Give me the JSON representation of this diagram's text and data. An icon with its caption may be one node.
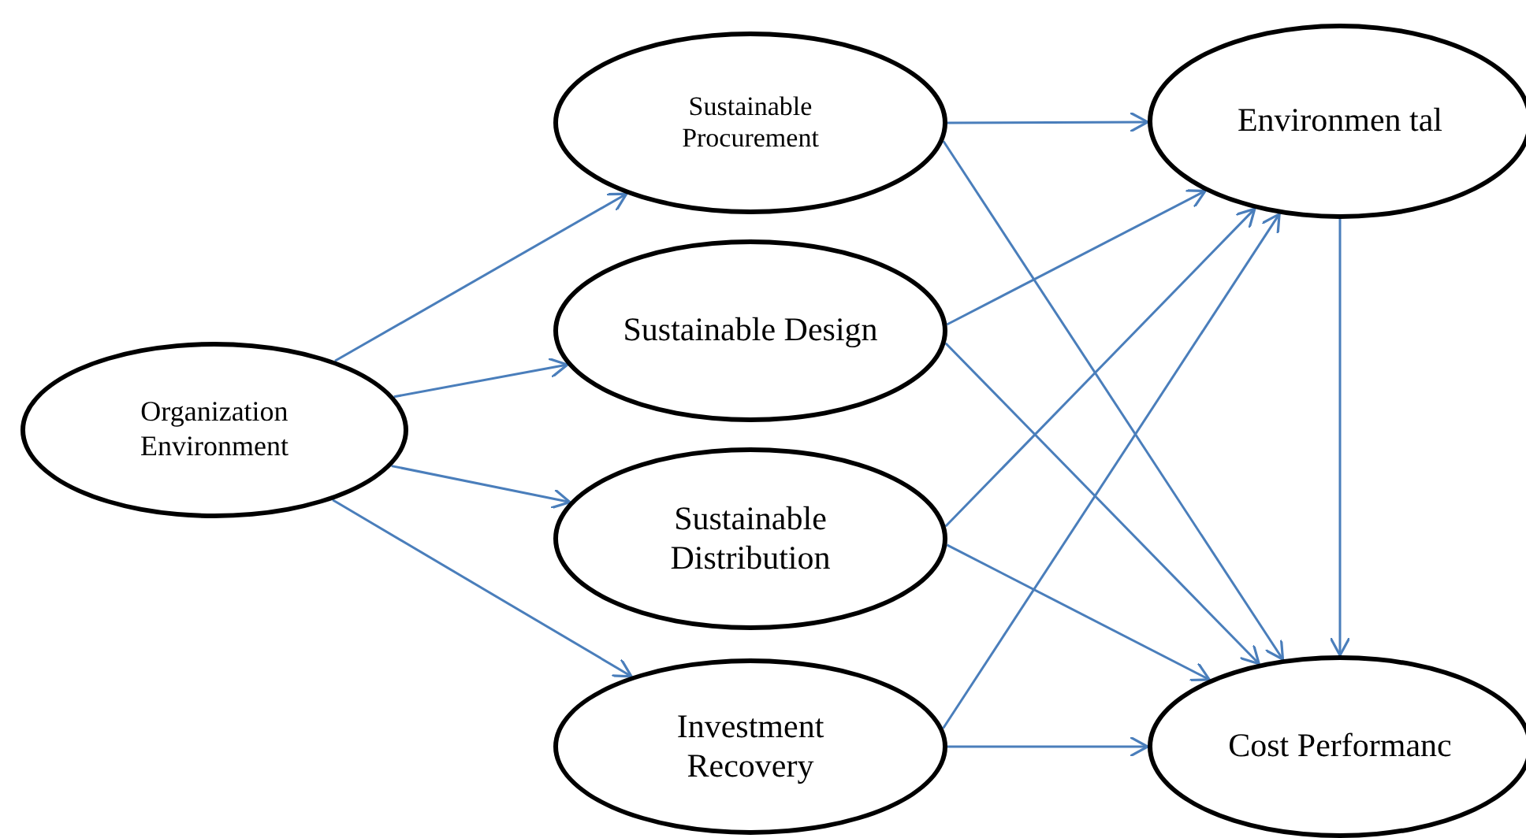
{
  "diagram": {
    "nodes": [
      {
        "text": [
          "Organization Environment"
        ]
      },
      {
        "text": [
          "Sustainable Procurement"
        ]
      },
      {
        "text": [
          "Sustainable Design"
        ]
      },
      {
        "text": [
          "Sustainable Distribution"
        ]
      },
      {
        "text": [
          "Investment Recovery"
        ]
      },
      {
        "text": [
          "Environmen tal"
        ]
      },
      {
        "text": [
          "Cost Performanc"
        ]
      }
    ],
    "edges": [
      {
        "from": 0,
        "to": 1,
        "arrow": "to"
      },
      {
        "from": 0,
        "to": 2,
        "arrow": "to"
      },
      {
        "from": 0,
        "to": 3,
        "arrow": "to"
      },
      {
        "from": 0,
        "to": 4,
        "arrow": "to"
      },
      {
        "from": 1,
        "to": 5,
        "arrow": "to"
      },
      {
        "from": 1,
        "to": 6,
        "arrow": "to"
      },
      {
        "from": 2,
        "to": 5,
        "arrow": "to"
      },
      {
        "from": 2,
        "to": 6,
        "arrow": "to"
      },
      {
        "from": 3,
        "to": 5,
        "arrow": "to"
      },
      {
        "from": 3,
        "to": 6,
        "arrow": "to"
      },
      {
        "from": 4,
        "to": 5,
        "arrow": "to"
      },
      {
        "from": 4,
        "to": 6,
        "arrow": "to"
      },
      {
        "from": 5,
        "to": 6,
        "arrow": "to"
      }
    ]
  }
}
